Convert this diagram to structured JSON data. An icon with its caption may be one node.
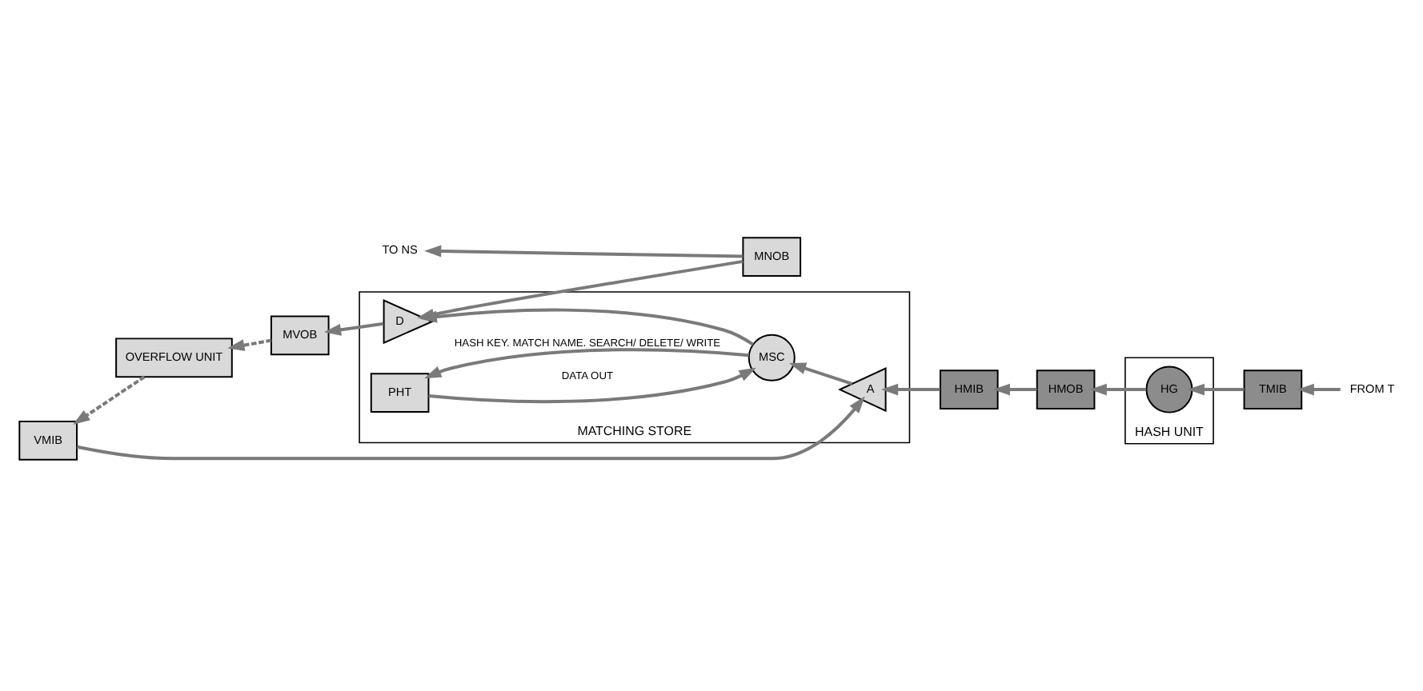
{
  "diagram": {
    "nodes": [
      {
        "text": [
          "OVERFLOW UNIT"
        ]
      },
      {
        "text": [
          "MATCHING STORE"
        ]
      },
      {
        "text": [
          "MVOB"
        ]
      },
      {
        "text": [
          "D"
        ],
        "in": 1
      },
      {
        "text": [
          "MSC"
        ],
        "in": 1
      },
      {
        "text": [
          "A"
        ],
        "in": 1
      },
      {
        "text": [
          "VMIB"
        ]
      },
      {
        "text": [
          "MNOB"
        ]
      },
      {
        "text": [
          "PHT"
        ],
        "in": 1
      },
      {
        "text": [
          "HMIB"
        ]
      },
      {
        "text": [
          "TO NS"
        ]
      },
      {
        "text": [
          "HASH UNIT"
        ]
      },
      {
        "text": [
          "HMOB"
        ]
      },
      {
        "text": [
          "HG"
        ],
        "in": 11
      },
      {
        "text": [
          "TMIB"
        ]
      },
      {
        "text": [
          "FROM T"
        ]
      }
    ],
    "edges": [
      {
        "from": 2,
        "to": 0,
        "arrow": "to",
        "style": "dashed"
      },
      {
        "from": 0,
        "to": 6,
        "arrow": "to",
        "style": "dashed"
      },
      {
        "from": 6,
        "to": 5,
        "arrow": "to"
      },
      {
        "from": 9,
        "to": 5,
        "arrow": "to"
      },
      {
        "from": 5,
        "to": 4,
        "arrow": "to"
      },
      {
        "from": 4,
        "to": 3,
        "arrow": "to"
      },
      {
        "from": 3,
        "to": 2,
        "arrow": "to"
      },
      {
        "from": 7,
        "to": 3,
        "arrow": "to"
      },
      {
        "from": 4,
        "to": 8,
        "arrow": "to",
        "label": "HASH KEY. MATCH NAME. SEARCH/ DELETE/ WRITE"
      },
      {
        "from": 8,
        "to": 4,
        "arrow": "to",
        "label": "DATA OUT"
      },
      {
        "from": 7,
        "to": 10,
        "arrow": "to"
      },
      {
        "from": 12,
        "to": 9,
        "arrow": "to"
      },
      {
        "from": 13,
        "to": 12,
        "arrow": "to"
      },
      {
        "from": 14,
        "to": 13,
        "arrow": "to"
      },
      {
        "from": 15,
        "to": 14,
        "arrow": "to"
      }
    ]
  }
}
